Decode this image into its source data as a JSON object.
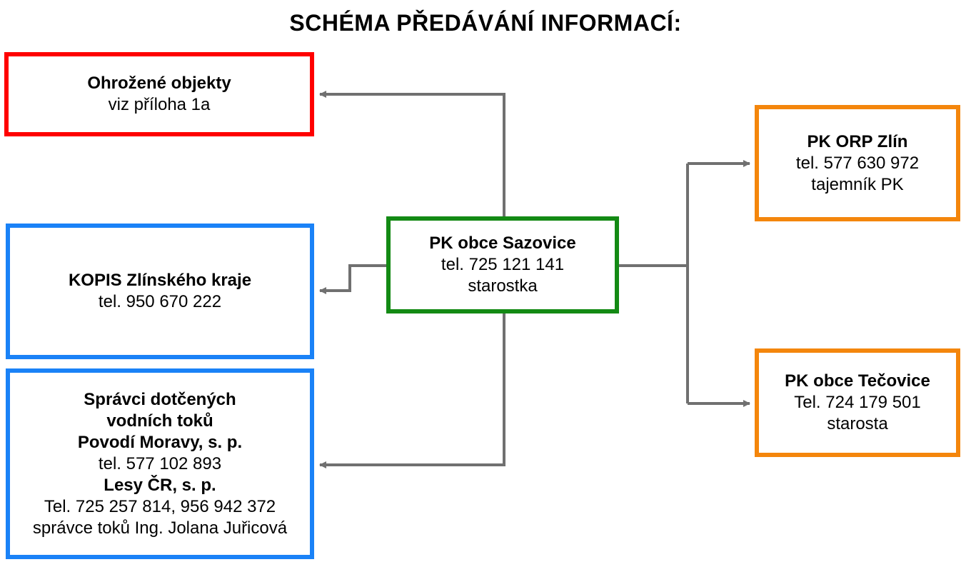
{
  "title": "SCHÉMA PŘEDÁVÁNÍ INFORMACÍ:",
  "colors": {
    "red": "#ff0000",
    "blue": "#1a82f7",
    "green": "#138a14",
    "orange": "#f4860c",
    "connector": "#707070"
  },
  "nodes": {
    "ohrozene": {
      "name": "Ohrožené objekty",
      "line1": "viz příloha 1a"
    },
    "kopis": {
      "name": "KOPIS Zlínského kraje",
      "line1": "tel. 950 670 222"
    },
    "spravci": {
      "name1": "Správci dotčených",
      "name2": "vodních toků",
      "org1": "Povodí Moravy, s. p.",
      "org1_tel": "tel. 577 102 893",
      "org2": "Lesy ČR, s. p.",
      "org2_tel": "Tel. 725 257 814, 956 942 372",
      "org2_contact": "správce toků Ing. Jolana Juřicová"
    },
    "center": {
      "name": "PK obce Sazovice",
      "line1": "tel. 725 121 141",
      "line2": "starostka"
    },
    "orp": {
      "name": "PK ORP Zlín",
      "line1": "tel.  577 630 972",
      "line2": "tajemník PK"
    },
    "tecovice": {
      "name": "PK obce Tečovice",
      "line1": "Tel. 724 179 501",
      "line2": "starosta"
    }
  }
}
